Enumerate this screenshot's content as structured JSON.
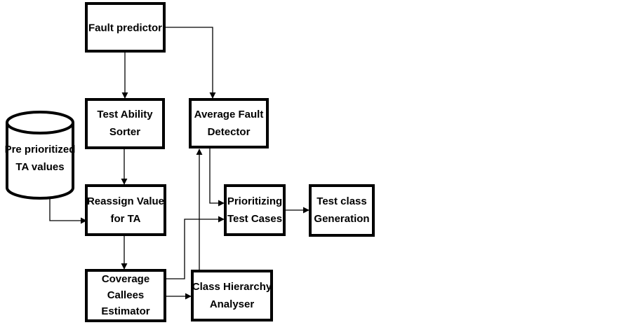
{
  "nodes": {
    "fault_predictor": [
      "Fault predictor"
    ],
    "test_ability_sorter": [
      "Test Ability",
      "Sorter"
    ],
    "average_fault_detector": [
      "Average Fault",
      "Detector"
    ],
    "pre_prioritized_ta_values": [
      "Pre prioritized",
      "TA values"
    ],
    "reassign_value_for_ta": [
      "Reassign Value",
      "for TA"
    ],
    "prioritizing_test_cases": [
      "Prioritizing",
      "Test Cases"
    ],
    "test_class_generation": [
      "Test class",
      "Generation"
    ],
    "coverage_callees_estimator": [
      "Coverage",
      "Callees",
      "Estimator"
    ],
    "class_hierarchy_analyser": [
      "Class Hierarchy",
      "Analyser"
    ]
  }
}
